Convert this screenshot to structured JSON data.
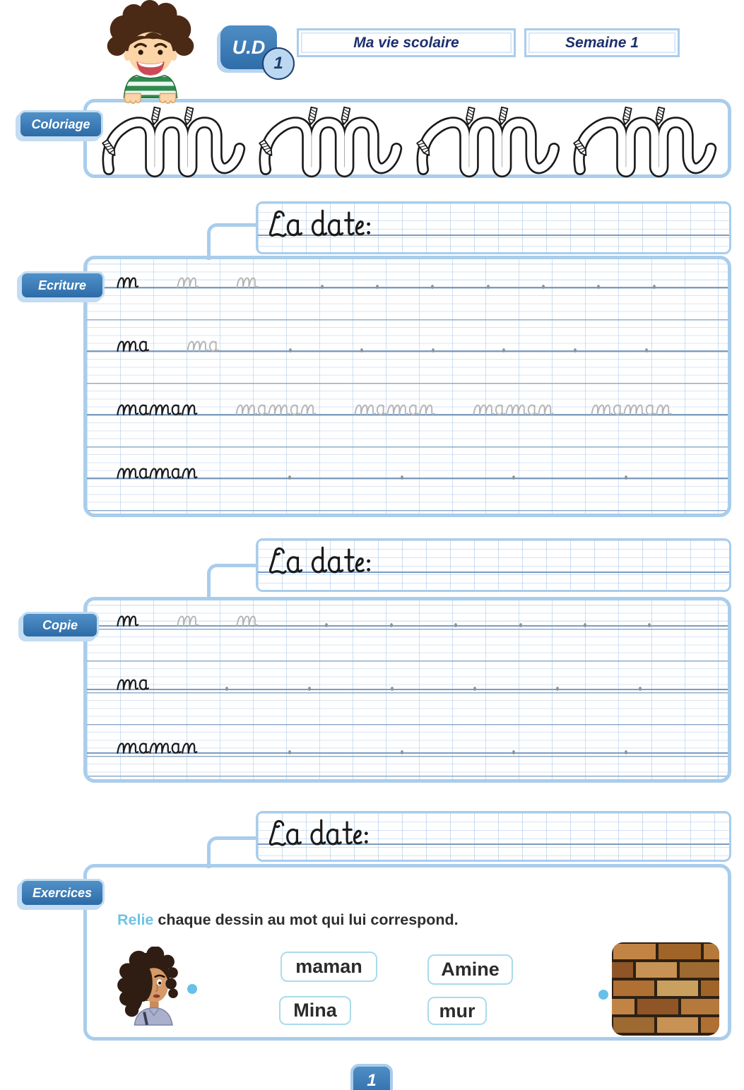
{
  "header": {
    "unit_label": "U.D",
    "unit_number": "1",
    "title": "Ma vie scolaire",
    "week": "Semaine 1"
  },
  "date_label": "La date:",
  "sections": {
    "coloriage": {
      "label": "Coloriage",
      "letter": "m",
      "count": 4
    },
    "ecriture": {
      "label": "Ecriture",
      "rows": [
        {
          "model": "m",
          "traces": [
            "m",
            "m"
          ],
          "dots": 7
        },
        {
          "model": "ma",
          "traces": [
            "ma"
          ],
          "dots": 6
        },
        {
          "model": "maman",
          "traces": [
            "maman",
            "maman",
            "maman",
            "maman"
          ],
          "dots": 0
        },
        {
          "model": "maman",
          "traces": [],
          "dots": 4
        }
      ]
    },
    "copie": {
      "label": "Copie",
      "rows": [
        {
          "model": "m",
          "traces": [
            "m",
            "m"
          ],
          "dots": 6
        },
        {
          "model": "ma",
          "traces": [],
          "dots": 6
        },
        {
          "model": "maman",
          "traces": [],
          "dots": 4
        }
      ]
    },
    "exercices": {
      "label": "Exercices",
      "instruction_highlight": "Relie",
      "instruction_rest": " chaque dessin au mot qui lui correspond.",
      "word_options": [
        "maman",
        "Amine",
        "Mina",
        "mur"
      ],
      "illustrations": [
        "mother-portrait",
        "brick-wall"
      ]
    }
  },
  "footer": {
    "page_number": "1"
  },
  "colors": {
    "accent_light": "#a9cdec",
    "accent_dark": "#3b7cba",
    "navy": "#1d2f6e",
    "relie_blue": "#6fc3e4",
    "dot_blue": "#66c0ea",
    "ink_black": "#1b1b1b",
    "trace_gray": "#b4b4b4",
    "ruling_major": "#7d9cc0"
  }
}
